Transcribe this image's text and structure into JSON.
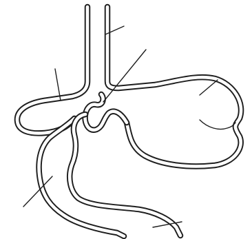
{
  "diagram": {
    "colors": {
      "line": "#1e1e1e",
      "background": "#ffffff"
    },
    "structures": [
      "esophagus-tube",
      "upper-pouch",
      "stomach-pouch",
      "limb-left",
      "limb-right",
      "pylorus-return"
    ],
    "leader_lines": [
      "leader-esophagus",
      "leader-upper-pouch-left",
      "leader-junction",
      "leader-stomach",
      "leader-limb-left",
      "leader-bottom-limb"
    ]
  }
}
